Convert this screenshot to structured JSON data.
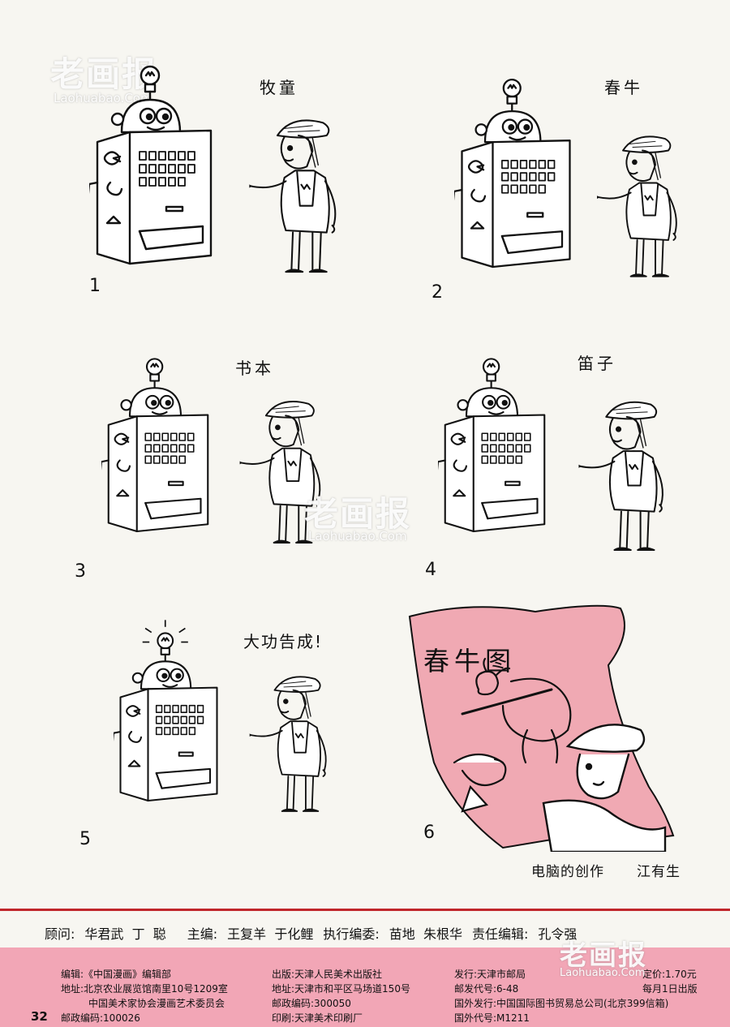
{
  "watermark": {
    "name": "老画报",
    "url": "Laohuabao.Com"
  },
  "panels": [
    {
      "number": "1",
      "speech": "牧童"
    },
    {
      "number": "2",
      "speech": "春牛"
    },
    {
      "number": "3",
      "speech": "书本"
    },
    {
      "number": "4",
      "speech": "笛子"
    },
    {
      "number": "5",
      "speech": "大功告成!"
    },
    {
      "number": "6",
      "poster_title": "春牛图"
    }
  ],
  "caption": {
    "title": "电脑的创作",
    "author": "江有生"
  },
  "staff": {
    "advisor_label": "顾问:",
    "advisors": "华君武  丁  聪",
    "editor_label": "主编:",
    "editors": "王复羊  于化鲤",
    "exec_label": "执行编委:",
    "exec": "苗地  朱根华",
    "resp_label": "责任编辑:",
    "resp": "孔令强"
  },
  "colophon": {
    "col1": [
      "编辑:《中国漫画》编辑部",
      "地址:北京农业展览馆南里10号1209室",
      "中国美术家协会漫画艺术委员会",
      "邮政编码:100026"
    ],
    "col2": [
      "出版:天津人民美术出版社",
      "地址:天津市和平区马场道150号",
      "邮政编码:300050",
      "印刷:天津美术印刷厂"
    ],
    "col3": [
      "发行:天津市邮局",
      "邮发代号:6-48",
      "国外发行:中国国际图书贸易总公司(北京399信箱)",
      "国外代号:M1211"
    ],
    "col4": [
      "定价:1.70元",
      "每月1日出版"
    ]
  },
  "page_number": "32",
  "colors": {
    "accent_red": "#c0262b",
    "pink": "#f2a6b6",
    "poster_pink": "#f0a9b3",
    "paper": "#f7f6f1"
  }
}
